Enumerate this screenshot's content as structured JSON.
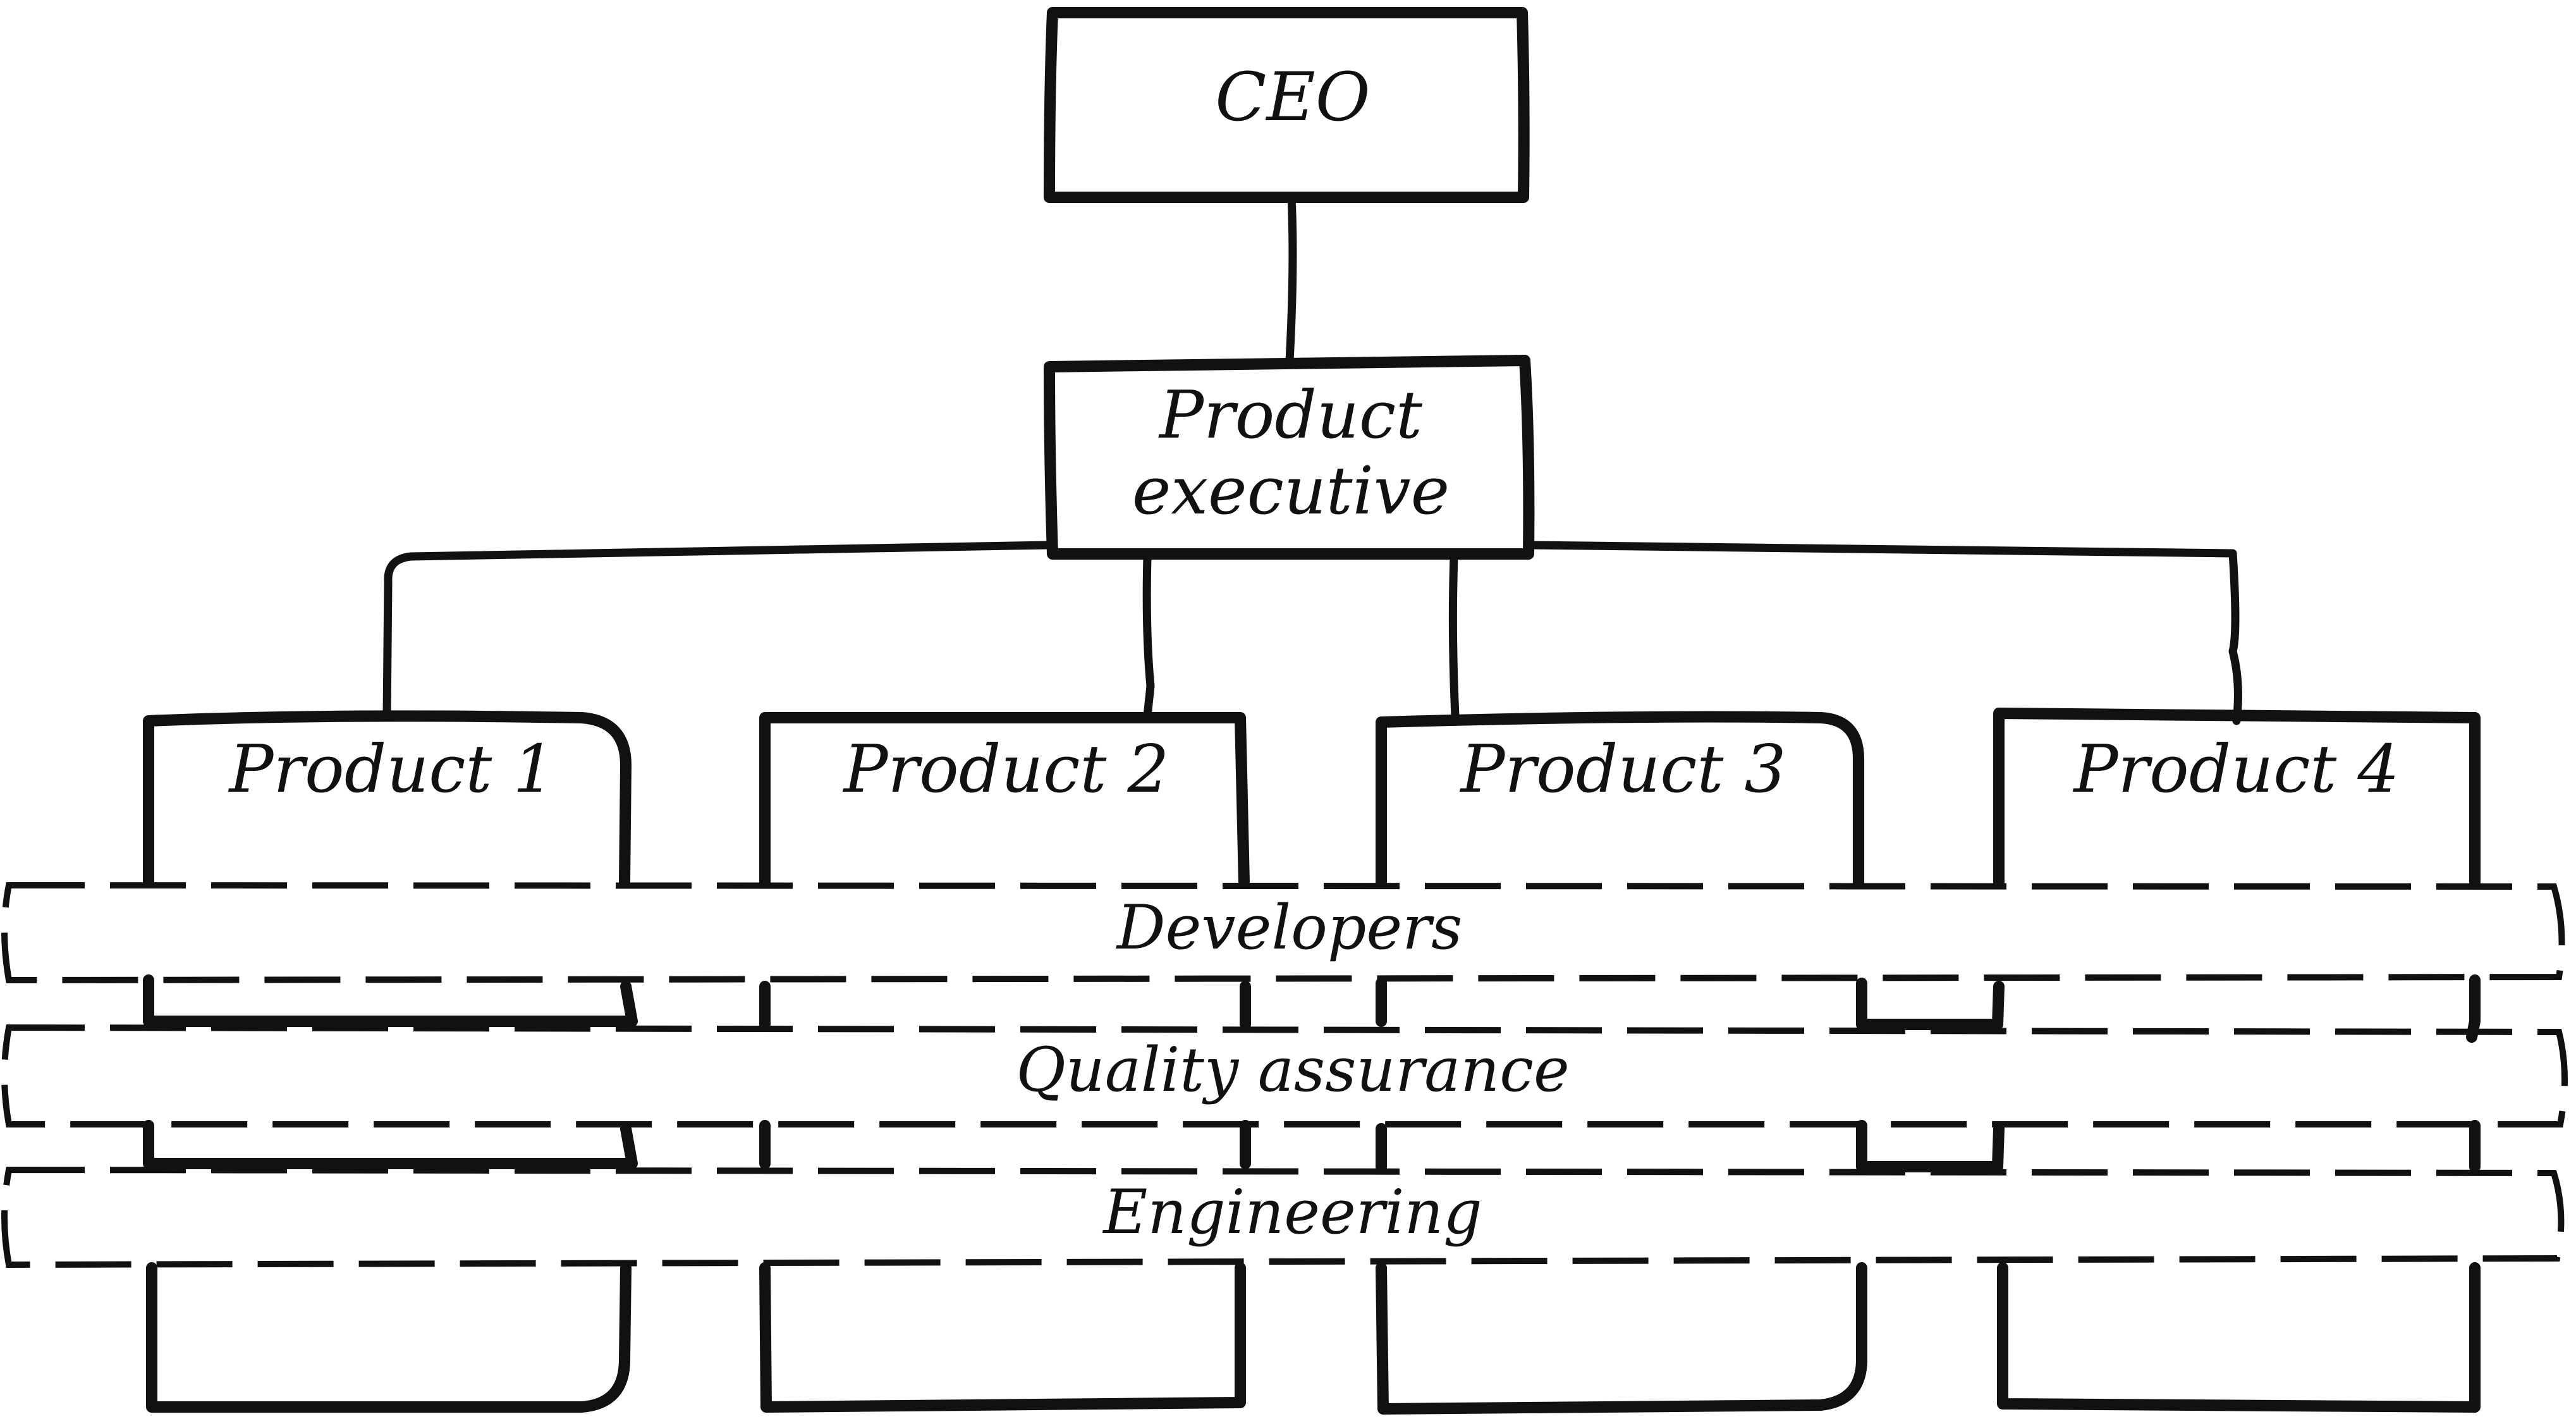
{
  "ceo": {
    "label": "CEO"
  },
  "executive": {
    "line1": "Product",
    "line2": "executive"
  },
  "products": [
    {
      "label": "Product 1"
    },
    {
      "label": "Product 2"
    },
    {
      "label": "Product 3"
    },
    {
      "label": "Product 4"
    }
  ],
  "bands": [
    {
      "label": "Developers"
    },
    {
      "label": "Quality assurance"
    },
    {
      "label": "Engineering"
    }
  ]
}
